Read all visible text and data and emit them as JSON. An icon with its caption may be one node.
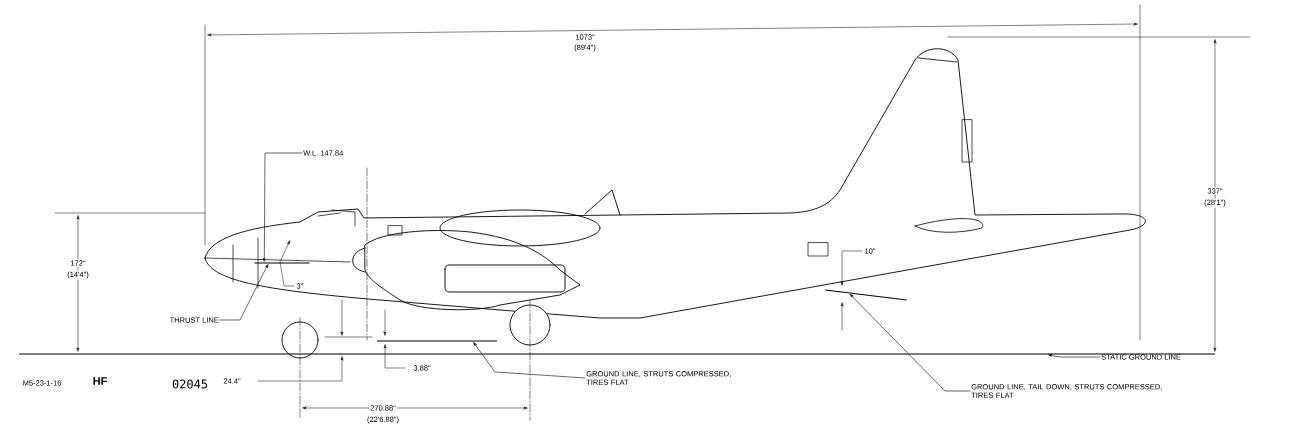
{
  "diagram": {
    "nodes": [
      {
        "text": [
          "THRUST LINE"
        ]
      },
      {
        "text": [],
        "shape": "line"
      },
      {
        "text": [
          "GROUND LINE, STRUTS COMPRESSED, TIRES FLAT"
        ]
      },
      {
        "text": [],
        "shape": "line"
      },
      {
        "text": [
          "STATIC GROUND LINE"
        ]
      },
      {
        "text": [],
        "shape": "line"
      },
      {
        "text": [
          "GROUND LINE, TAIL DOWN, STRUTS COMPRESSED, TIRES FLAT"
        ]
      },
      {
        "text": [],
        "shape": "line"
      },
      {
        "text": [
          "W.L. 147.84"
        ]
      }
    ],
    "edges": [
      {
        "from": 0,
        "to": 1,
        "arrow": "to"
      },
      {
        "from": 2,
        "to": 3,
        "arrow": "to"
      },
      {
        "from": 4,
        "to": 5,
        "arrow": "to"
      },
      {
        "from": 6,
        "to": 7,
        "arrow": "to"
      },
      {
        "from": 8,
        "to": 1,
        "arrow": "to"
      }
    ],
    "labels": [
      "1073\"",
      "(89'4\")",
      "337\"",
      "(28'1\")",
      "172\"",
      "(14'4\")",
      "3°",
      "10\"",
      "3.88\"",
      "24.4\"",
      "270.88\"",
      "(22'6.88\")",
      "M5-23-1-16",
      "HF",
      "02045"
    ]
  }
}
